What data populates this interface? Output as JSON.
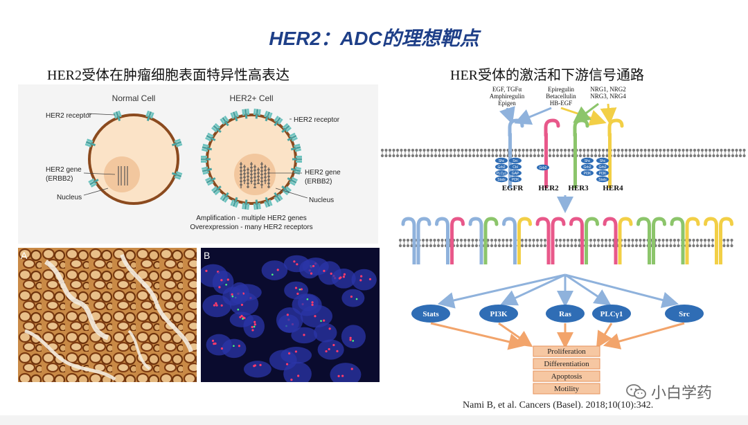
{
  "slide": {
    "title": "HER2：ADC的理想靶点",
    "left_heading": "HER2受体在肿瘤细胞表面特异性高表达",
    "right_heading": "HER受体的激活和下游信号通路",
    "citation": "Nami B, et al. Cancers (Basel). 2018;10(10):342.",
    "watermark": "小白学药"
  },
  "left_diagram": {
    "normal_cell_label": "Normal Cell",
    "her2_cell_label": "HER2+ Cell",
    "receptor_label_left": "HER2 receptor",
    "receptor_label_right": "HER2 receptor",
    "gene_label_left_1": "HER2 gene",
    "gene_label_left_2": "(ERBB2)",
    "gene_label_right_1": "HER2 gene",
    "gene_label_right_2": "(ERBB2)",
    "nucleus_left": "Nucleus",
    "nucleus_right": "Nucleus",
    "caption_1": "Amplification - multiple HER2 genes",
    "caption_2": "Overexpression - many HER2 receptors",
    "panel_a_label": "A",
    "panel_b_label": "B"
  },
  "pathway": {
    "ligand_group_1": [
      "EGF, TGFα",
      "Amphiregulin",
      "Epigen"
    ],
    "ligand_group_2": [
      "Epiregulin",
      "Betacellulin",
      "HB-EGF"
    ],
    "ligand_group_3": [
      "NRG1, NRG2",
      "NRG3, NRG4"
    ],
    "receptors": [
      "EGFR",
      "HER2",
      "HER3",
      "HER4"
    ],
    "adaptor_groups": [
      [
        "Shc",
        "Grb2",
        "PLCγ1",
        "Stats"
      ],
      [
        "Src",
        "Cbl",
        "GAP",
        "PI3K"
      ],
      [
        "Grb2"
      ],
      [
        "Shc",
        "Grb2",
        "PI3K"
      ],
      [
        "Shc",
        "Grb2",
        "PI3K",
        "Stats"
      ]
    ],
    "effectors": [
      "Stats",
      "PI3K",
      "Ras",
      "PLCγ1",
      "Src"
    ],
    "outcomes": [
      "Proliferation",
      "Differentiation",
      "Apoptosis",
      "Motility"
    ],
    "colors": {
      "egfr": "#8fb2dc",
      "her2": "#e8588a",
      "her3": "#8cc56b",
      "her4": "#f2cf46",
      "effector": "#2f6db5",
      "outcome_fill": "#f6c7a2",
      "outcome_stroke": "#e6925a",
      "membrane": "#7a7a7a",
      "title": "#1e3f88"
    },
    "dimer_pairs": [
      [
        "egfr",
        "egfr"
      ],
      [
        "egfr",
        "her2"
      ],
      [
        "egfr",
        "her3"
      ],
      [
        "egfr",
        "her4"
      ],
      [
        "her2",
        "her2"
      ],
      [
        "her2",
        "her3"
      ],
      [
        "her2",
        "her4"
      ],
      [
        "her3",
        "her3"
      ],
      [
        "her3",
        "her4"
      ],
      [
        "her4",
        "her4"
      ]
    ]
  }
}
